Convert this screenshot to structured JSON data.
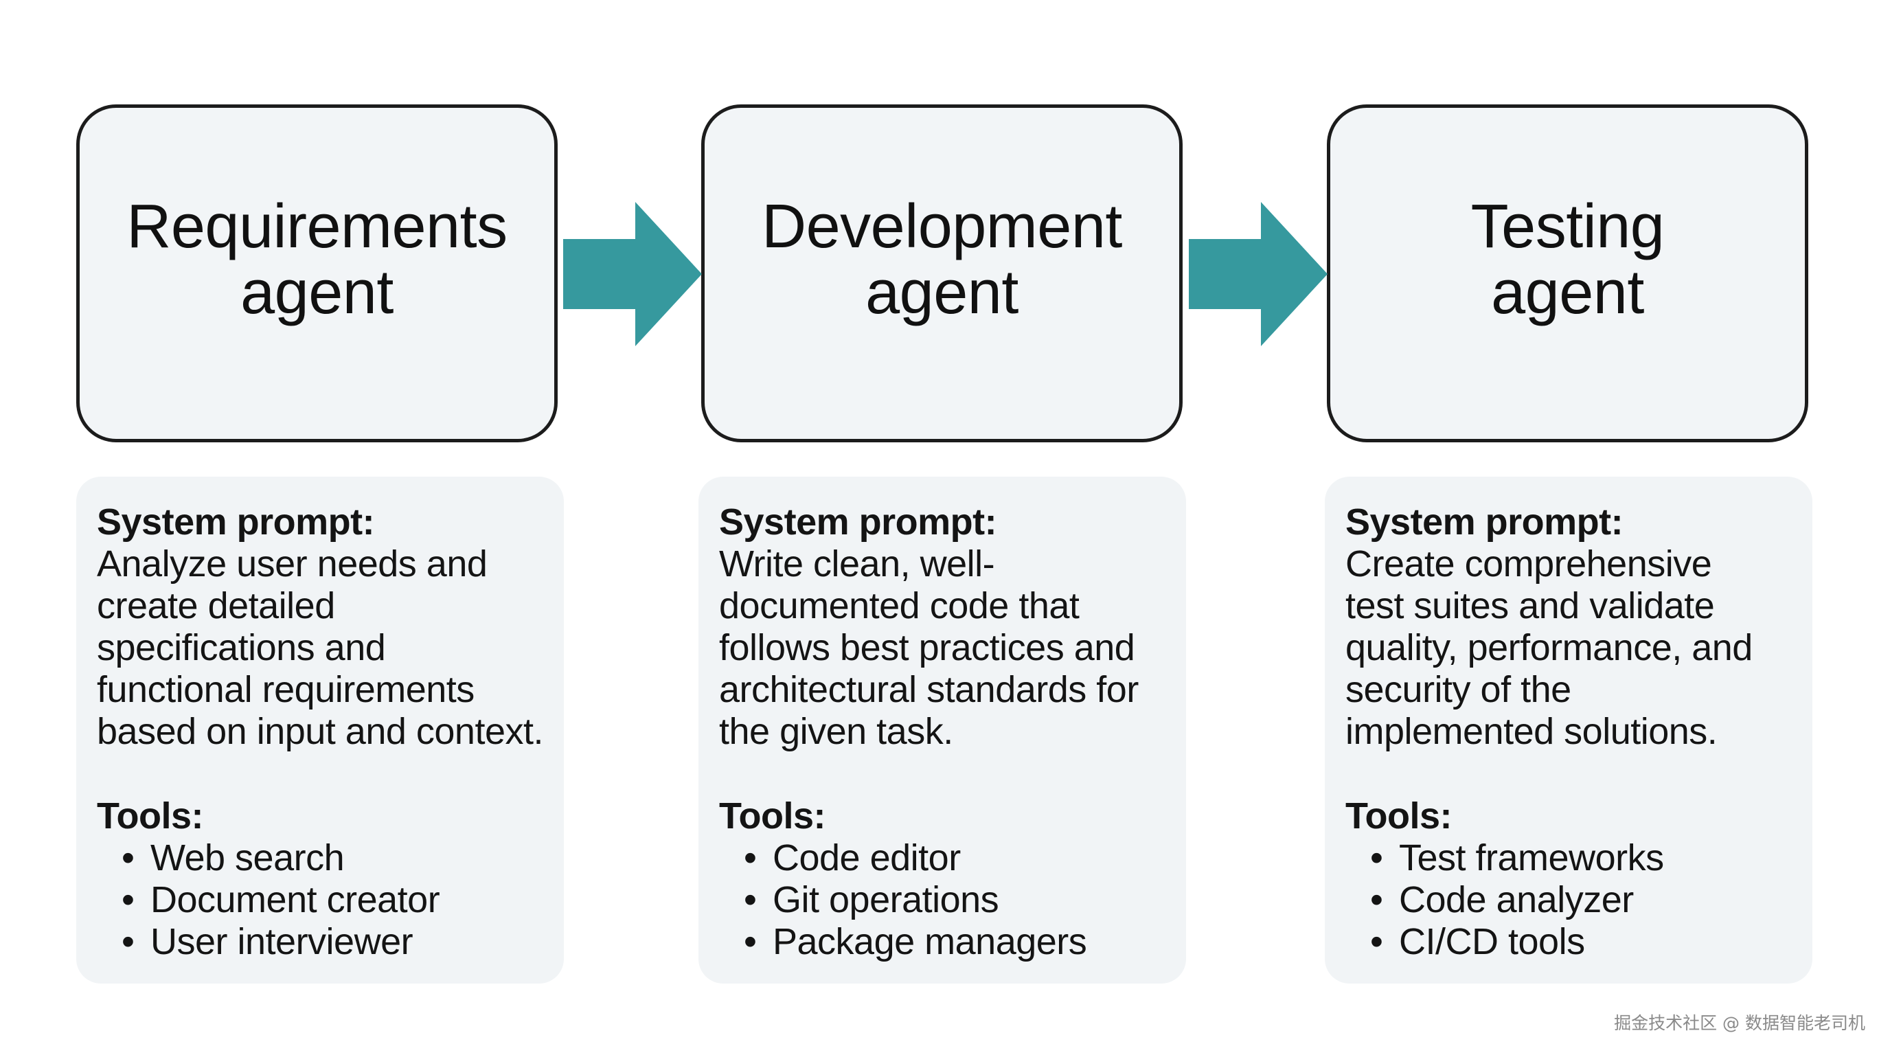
{
  "colors": {
    "arrow": "#36999e",
    "box_border": "#1c1c1c",
    "box_fill": "#f2f5f7",
    "panel_fill": "#f1f4f6",
    "text": "#141414"
  },
  "agents": [
    {
      "title_line1": "Requirements",
      "title_line2": "agent",
      "prompt_heading": "System prompt:",
      "prompt_text": "Analyze user needs and\ncreate detailed\nspecifications and\nfunctional requirements\nbased on input and context.",
      "tools_heading": "Tools:",
      "tools": [
        "Web search",
        "Document creator",
        "User interviewer"
      ]
    },
    {
      "title_line1": "Development",
      "title_line2": "agent",
      "prompt_heading": "System prompt:",
      "prompt_text": "Write clean, well-\ndocumented code that\nfollows best practices and\narchitectural standards for\nthe given task.",
      "tools_heading": "Tools:",
      "tools": [
        "Code editor",
        "Git operations",
        "Package managers"
      ]
    },
    {
      "title_line1": "Testing",
      "title_line2": "agent",
      "prompt_heading": "System prompt:",
      "prompt_text": "Create comprehensive\ntest suites and validate\nquality, performance, and\nsecurity of the\nimplemented solutions.",
      "tools_heading": "Tools:",
      "tools": [
        "Test frameworks",
        "Code analyzer",
        "CI/CD tools"
      ]
    }
  ],
  "bullet_char": "•",
  "watermark": "掘金技术社区 @ 数据智能老司机"
}
